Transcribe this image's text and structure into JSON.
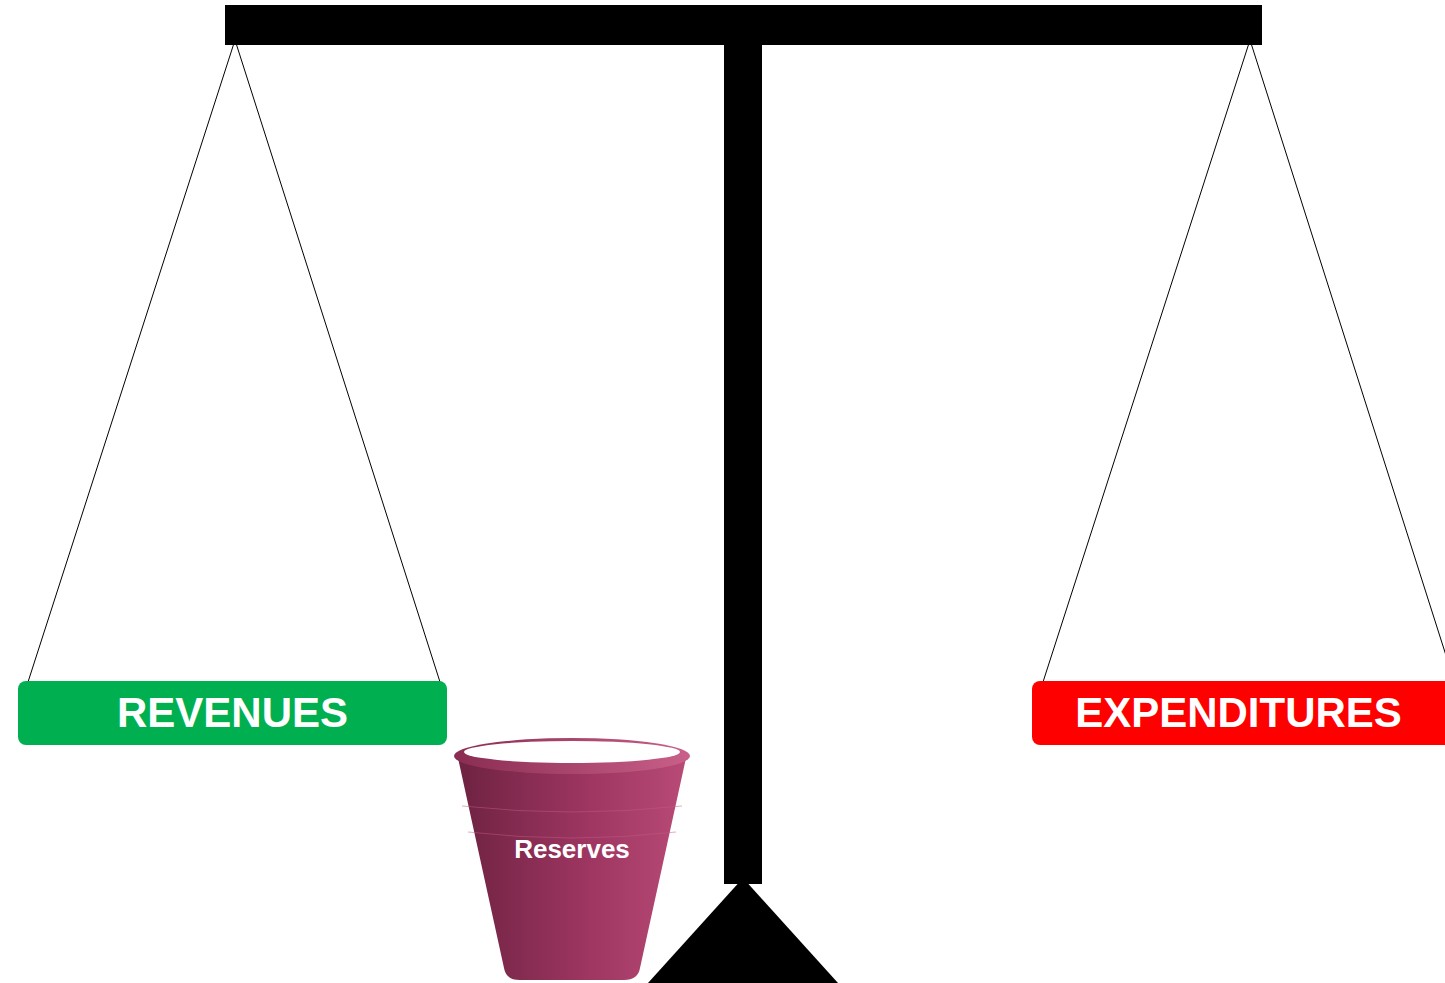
{
  "diagram": {
    "nodes": [
      {
        "text": [
          "REVENUES"
        ]
      },
      {
        "text": [
          "EXPENDITURES"
        ]
      },
      {
        "text": [
          "Reserves"
        ]
      }
    ]
  }
}
